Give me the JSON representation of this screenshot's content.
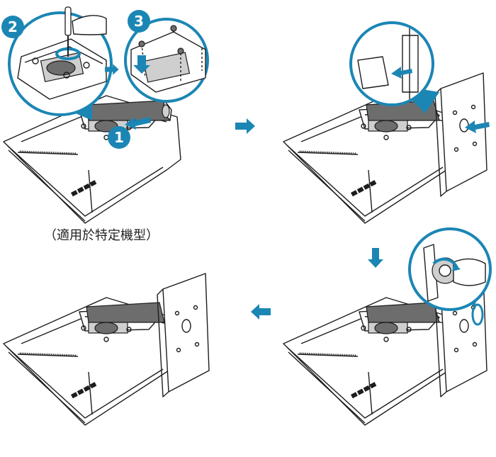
{
  "caption": "（適用於特定機型）",
  "steps": [
    "1",
    "2",
    "3"
  ],
  "colors": {
    "accent": "#1b86b4",
    "line": "#1d1d1d",
    "bubble": "#1b86b4"
  },
  "icons": [
    "arrow-right-icon",
    "arrow-down-icon",
    "arrow-left-icon",
    "screwdriver-icon",
    "screw-icon"
  ]
}
